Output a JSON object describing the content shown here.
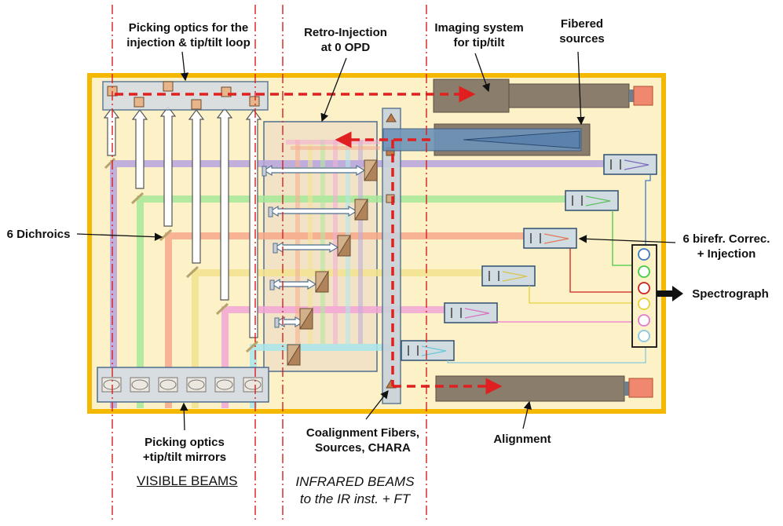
{
  "labels": {
    "picking_optics_injection": [
      "Picking optics for the",
      "injection & tip/tilt loop"
    ],
    "retro_injection": [
      "Retro-Injection",
      "at 0 OPD"
    ],
    "imaging_system": [
      "Imaging system",
      "for tip/tilt"
    ],
    "fibered_sources": [
      "Fibered",
      "sources"
    ],
    "dichroics": "6 Dichroics",
    "birefringent_correctors": [
      "6 birefr. Correc.",
      "+ Injection"
    ],
    "spectrograph": "Spectrograph",
    "picking_optics_tiptilt": [
      "Picking optics",
      "+tip/tilt mirrors"
    ],
    "coalignment": [
      "Coalignment Fibers,",
      "Sources, CHARA"
    ],
    "alignment": "Alignment",
    "visible_beams": "VISIBLE BEAMS",
    "infrared_beams": [
      "INFRARED BEAMS",
      "to the IR inst. + FT"
    ]
  },
  "colors": {
    "table_border": "#f5b800",
    "table_fill": "#fdf1c8",
    "box_fill": "#dbe3e8",
    "box_border": "#4f6f8f",
    "dark_box": "#8b7d6b",
    "laser_red": "#e02020",
    "dashdot_red": "#d62020",
    "beam_purple": "#b7a4e0",
    "beam_green": "#a8e89a",
    "beam_orange": "#f7a98a",
    "beam_yellow": "#f3e38e",
    "beam_pink": "#f2a6d6",
    "beam_cyan": "#a9e6ec",
    "fiber_blue": "#3b7dc4",
    "fiber_green": "#44cc44",
    "fiber_red": "#cc2222",
    "fiber_yellow": "#e6d23a",
    "fiber_pink": "#e87ad0",
    "fiber_lightblue": "#88c8e0"
  }
}
